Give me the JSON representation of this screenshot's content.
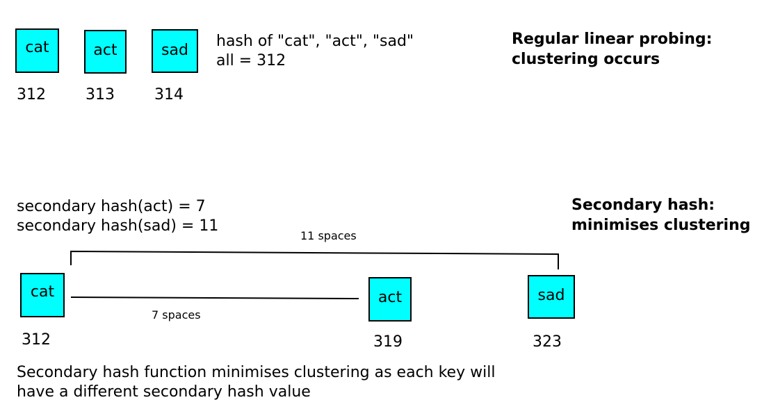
{
  "top": {
    "boxes": [
      {
        "label": "cat",
        "index": "312"
      },
      {
        "label": "act",
        "index": "313"
      },
      {
        "label": "sad",
        "index": "314"
      }
    ],
    "hash_note": [
      "hash of \"cat\", \"act\", \"sad\"",
      "all = 312"
    ],
    "heading": [
      "Regular linear probing:",
      "clustering occurs"
    ]
  },
  "bottom": {
    "secondary_hashes": [
      "secondary hash(act) = 7",
      "secondary hash(sad) = 11"
    ],
    "heading": [
      "Secondary hash:",
      "minimises clustering"
    ],
    "span_long_label": "11 spaces",
    "span_short_label": "7 spaces",
    "boxes": [
      {
        "label": "cat",
        "index": "312"
      },
      {
        "label": "act",
        "index": "319"
      },
      {
        "label": "sad",
        "index": "323"
      }
    ],
    "caption": [
      "Secondary hash function minimises clustering as each key will",
      "have a different secondary hash value"
    ]
  },
  "colors": {
    "box_fill": "#00ffff",
    "outline": "#000000"
  }
}
